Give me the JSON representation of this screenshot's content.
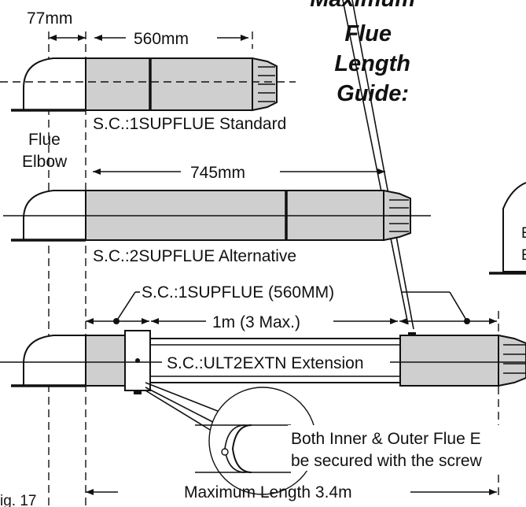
{
  "title_lines": [
    "Maximum",
    "Flue",
    "Length",
    "Guide:"
  ],
  "dims": {
    "elbow_width": "77mm",
    "standard_length": "560mm",
    "alternative_length": "745mm",
    "extension_length": "1m (3 Max.)",
    "max_length": "Maximum Length 3.4m"
  },
  "labels": {
    "flue_elbow_line1": "Flue",
    "flue_elbow_line2": "Elbow",
    "standard": "S.C.:1SUPFLUE Standard",
    "alternative": "S.C.:2SUPFLUE Alternative",
    "supflue_560": "S.C.:1SUPFLUE (560MM)",
    "extension": "S.C.:ULT2EXTN Extension",
    "note_line1": "Both Inner & Outer Flue E",
    "note_line2": "be secured with the screw",
    "fig": "ig. 17",
    "cut_line1": "E",
    "cut_line2": "E"
  }
}
